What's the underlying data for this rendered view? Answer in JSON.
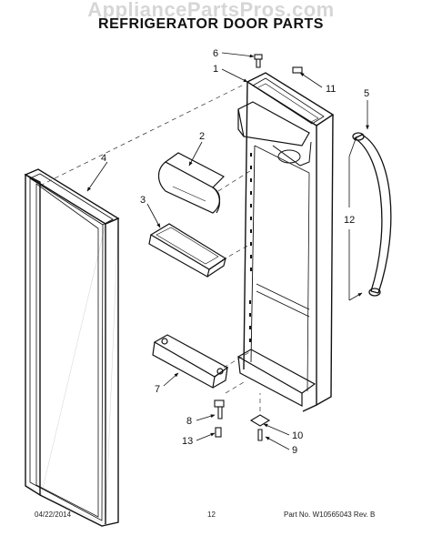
{
  "watermark": "AppliancePartsPros.com",
  "title": "REFRIGERATOR DOOR PARTS",
  "callouts": [
    "1",
    "2",
    "3",
    "4",
    "5",
    "6",
    "7",
    "8",
    "9",
    "10",
    "11",
    "12",
    "13"
  ],
  "footer": {
    "date": "04/22/2014",
    "page": "12",
    "part_no": "Part No. W10565043  Rev. B"
  }
}
